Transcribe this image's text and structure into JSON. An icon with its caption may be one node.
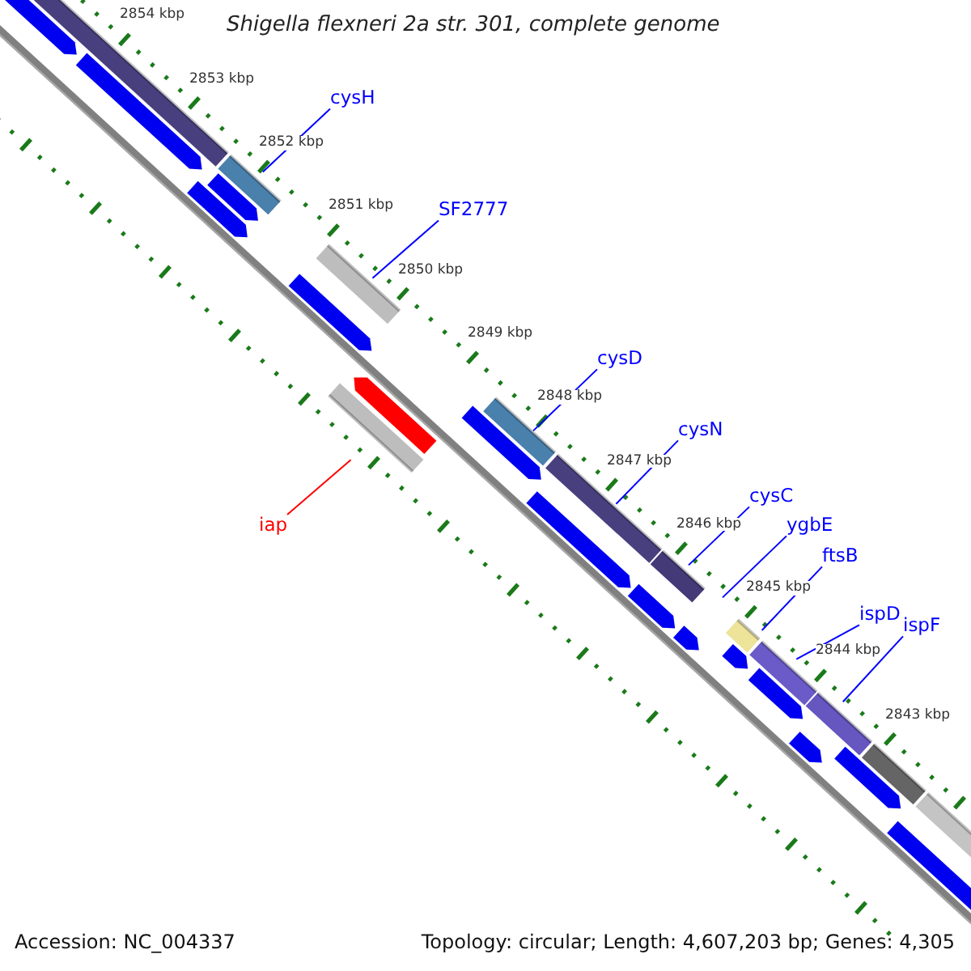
{
  "diagram": {
    "title": "Shigella flexneri 2a str. 301, complete genome",
    "nodes": [
      {
        "text": [
          "cysH"
        ]
      },
      {
        "text": [
          "SF2777"
        ]
      },
      {
        "text": [
          "cysD"
        ]
      },
      {
        "text": [
          "cysN"
        ]
      },
      {
        "text": [
          "cysC"
        ]
      },
      {
        "text": [
          "ygbE"
        ]
      },
      {
        "text": [
          "ftsB"
        ]
      },
      {
        "text": [
          "ispD"
        ]
      },
      {
        "text": [
          "ispF"
        ]
      },
      {
        "text": [
          "iap"
        ]
      }
    ],
    "edges": [
      {
        "from": 0,
        "to": null,
        "arrow": "none"
      },
      {
        "from": 1,
        "to": null,
        "arrow": "none"
      },
      {
        "from": 2,
        "to": null,
        "arrow": "none"
      },
      {
        "from": 3,
        "to": null,
        "arrow": "none"
      },
      {
        "from": 4,
        "to": null,
        "arrow": "none"
      },
      {
        "from": 5,
        "to": null,
        "arrow": "none"
      },
      {
        "from": 6,
        "to": null,
        "arrow": "none"
      },
      {
        "from": 7,
        "to": null,
        "arrow": "none"
      },
      {
        "from": 8,
        "to": null,
        "arrow": "none"
      },
      {
        "from": 9,
        "to": null,
        "arrow": "none",
        "color": "#ff0000"
      }
    ],
    "labels": [
      "2854 kbp",
      "2853 kbp",
      "2852 kbp",
      "2851 kbp",
      "2850 kbp",
      "2849 kbp",
      "2848 kbp",
      "2847 kbp",
      "2846 kbp",
      "2845 kbp",
      "2844 kbp",
      "2843 kbp",
      "Accession: NC_004337",
      "Topology: circular; Length: 4,607,203 bp; Genes: 4,305"
    ]
  }
}
